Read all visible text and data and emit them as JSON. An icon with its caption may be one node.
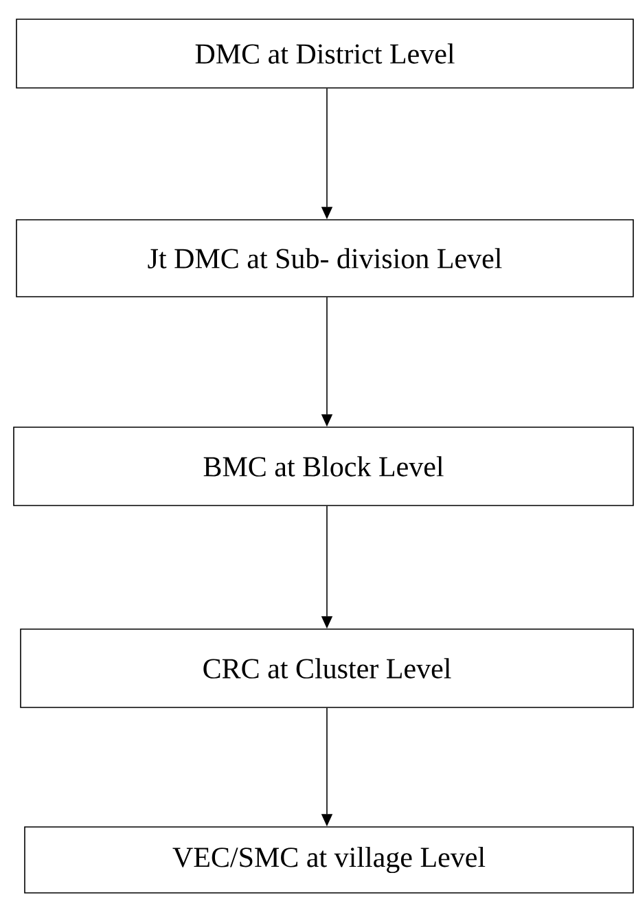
{
  "diagram": {
    "nodes": [
      {
        "text": [
          "DMC at District Level"
        ]
      },
      {
        "text": [
          "Jt DMC at Sub- division Level"
        ]
      },
      {
        "text": [
          "BMC at Block Level"
        ]
      },
      {
        "text": [
          "CRC  at Cluster Level"
        ]
      },
      {
        "text": [
          "VEC/SMC at village Level"
        ]
      }
    ],
    "edges": [
      {
        "from": 0,
        "to": 1,
        "arrow": "to"
      },
      {
        "from": 1,
        "to": 2,
        "arrow": "to"
      },
      {
        "from": 2,
        "to": 3,
        "arrow": "to"
      },
      {
        "from": 3,
        "to": 4,
        "arrow": "to"
      }
    ]
  }
}
